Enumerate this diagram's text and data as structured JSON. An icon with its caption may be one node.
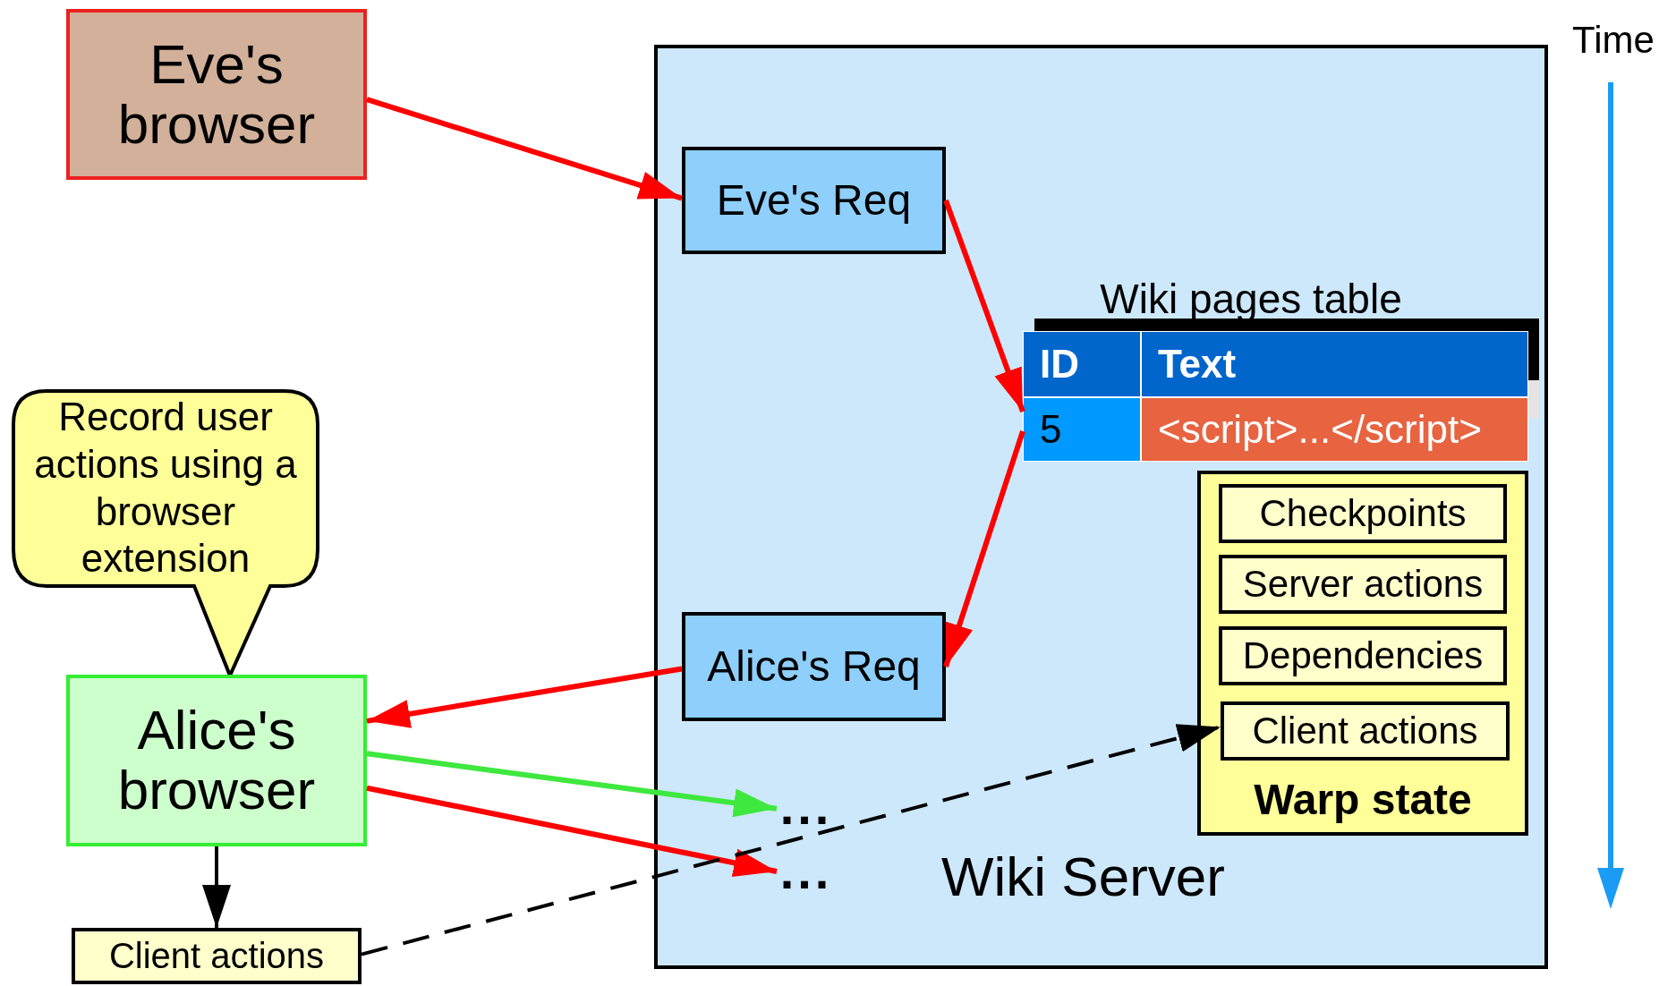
{
  "diagram": {
    "nodes": [
      {
        "text": [
          "Eve's browser"
        ]
      },
      {
        "text": [
          "Wiki Server"
        ]
      },
      {
        "text": [
          "Eve's Req"
        ],
        "in": 1
      },
      {
        "text": [
          "Wiki pages table",
          "ID",
          "Text",
          "5",
          "<script>...</script>"
        ],
        "in": 1
      },
      {
        "text": [
          "Alice's Req"
        ],
        "in": 1
      },
      {
        "text": [
          "Warp state"
        ],
        "in": 1
      },
      {
        "text": [
          "Checkpoints"
        ],
        "in": 5
      },
      {
        "text": [
          "Server actions"
        ],
        "in": 5
      },
      {
        "text": [
          "Dependencies"
        ],
        "in": 5
      },
      {
        "text": [
          "Client actions"
        ],
        "in": 5
      },
      {
        "text": [
          "Record user actions using a browser extension"
        ]
      },
      {
        "text": [
          "Alice's browser"
        ]
      },
      {
        "text": [
          "Client actions"
        ]
      },
      {
        "text": [
          "..."
        ],
        "in": 1
      },
      {
        "text": [
          "..."
        ],
        "in": 1
      }
    ],
    "edges": [
      {
        "from": 0,
        "to": 2,
        "arrow": "to"
      },
      {
        "from": 2,
        "to": 3,
        "arrow": "to"
      },
      {
        "from": 3,
        "to": 4,
        "arrow": "to"
      },
      {
        "from": 4,
        "to": 11,
        "arrow": "to"
      },
      {
        "from": 11,
        "to": 13,
        "arrow": "to",
        "color": "#3ee83e"
      },
      {
        "from": 11,
        "to": 14,
        "arrow": "to"
      },
      {
        "from": 11,
        "to": 12,
        "arrow": "to",
        "color": "#000000"
      },
      {
        "from": 12,
        "to": 9,
        "arrow": "to",
        "style": "dashed",
        "color": "#000000"
      }
    ],
    "labels": [
      "Time"
    ]
  }
}
